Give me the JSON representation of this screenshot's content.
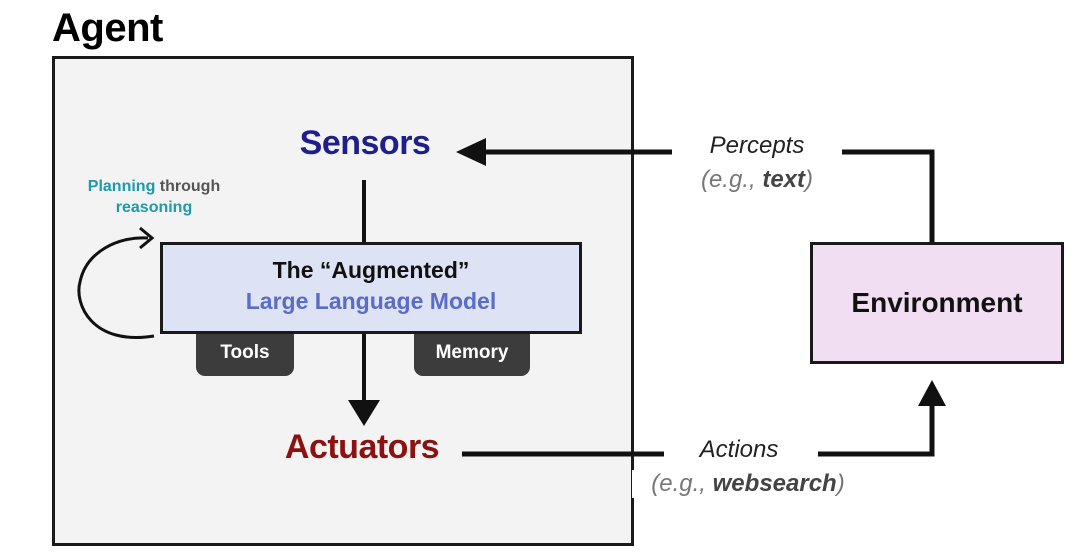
{
  "agent": {
    "title": "Agent"
  },
  "sensors": {
    "label": "Sensors"
  },
  "actuators": {
    "label": "Actuators"
  },
  "llm": {
    "line1": "The “Augmented”",
    "line2": "Large Language Model"
  },
  "tools": {
    "label": "Tools"
  },
  "memory": {
    "label": "Memory"
  },
  "planning": {
    "accent": "Planning",
    "rest": " through",
    "line2": "reasoning"
  },
  "environment": {
    "label": "Environment"
  },
  "percepts": {
    "label": "Percepts",
    "example_prefix": "(e.g., ",
    "example_value": "text",
    "example_suffix": ")"
  },
  "actions": {
    "label": "Actions",
    "example_prefix": "(e.g., ",
    "example_value": "websearch",
    "example_suffix": ")"
  },
  "colors": {
    "sensors": "#1f1f8c",
    "actuators": "#8c1111",
    "llm_fill": "#dde3f5",
    "llm_subtitle": "#5a6cc6",
    "environment_fill": "#f1def3",
    "planning_accent": "#1e9aa8",
    "tab_fill": "#3c3c3c",
    "agent_fill": "#f3f3f3"
  }
}
